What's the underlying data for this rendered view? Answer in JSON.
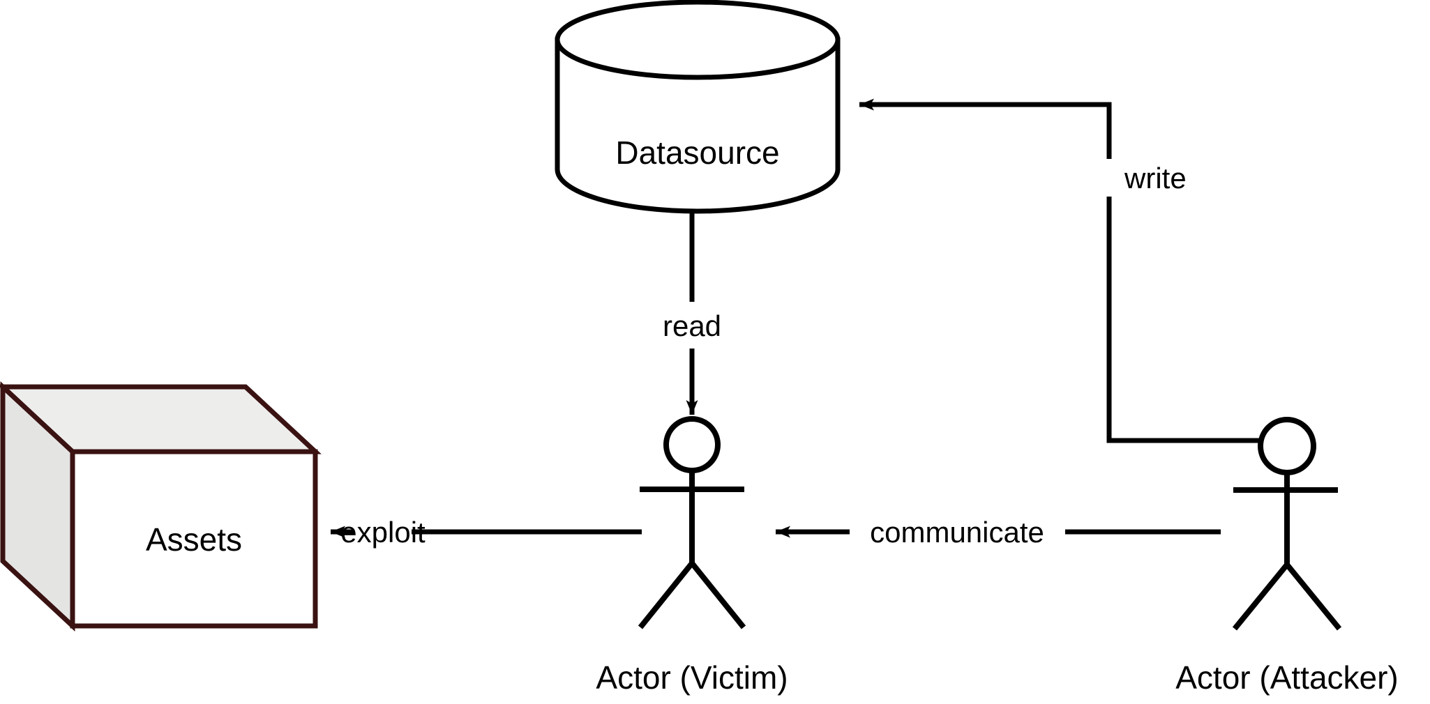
{
  "diagram": {
    "type": "threat-model-diagram",
    "background_color": "#ffffff",
    "nodes": [
      {
        "id": "datasource",
        "shape": "cylinder",
        "label": "Datasource",
        "stroke_color": "#000000",
        "fill_color": "#ffffff"
      },
      {
        "id": "assets",
        "shape": "cube",
        "label": "Assets",
        "stroke_color": "#3a1212",
        "fill_color": "#ffffff",
        "top_face_color": "#ededec",
        "side_face_color": "#e4e4e3"
      },
      {
        "id": "actor-victim",
        "shape": "stick-figure",
        "label": "Actor (Victim)",
        "stroke_color": "#000000"
      },
      {
        "id": "actor-attacker",
        "shape": "stick-figure",
        "label": "Actor (Attacker)",
        "stroke_color": "#000000"
      }
    ],
    "edges": [
      {
        "id": "edge-read",
        "label": "read",
        "from": "datasource",
        "to": "actor-victim",
        "direction": "down",
        "arrow": "to",
        "stroke_color": "#000000"
      },
      {
        "id": "edge-write",
        "label": "write",
        "from": "actor-attacker",
        "to": "datasource",
        "direction": "orthogonal",
        "arrow": "to",
        "stroke_color": "#000000"
      },
      {
        "id": "edge-exploit",
        "label": "exploit",
        "from": "actor-victim",
        "to": "assets",
        "direction": "left",
        "arrow": "to",
        "stroke_color": "#000000"
      },
      {
        "id": "edge-communicate",
        "label": "communicate",
        "from": "actor-attacker",
        "to": "actor-victim",
        "direction": "left",
        "arrow": "to",
        "stroke_color": "#000000"
      }
    ]
  }
}
